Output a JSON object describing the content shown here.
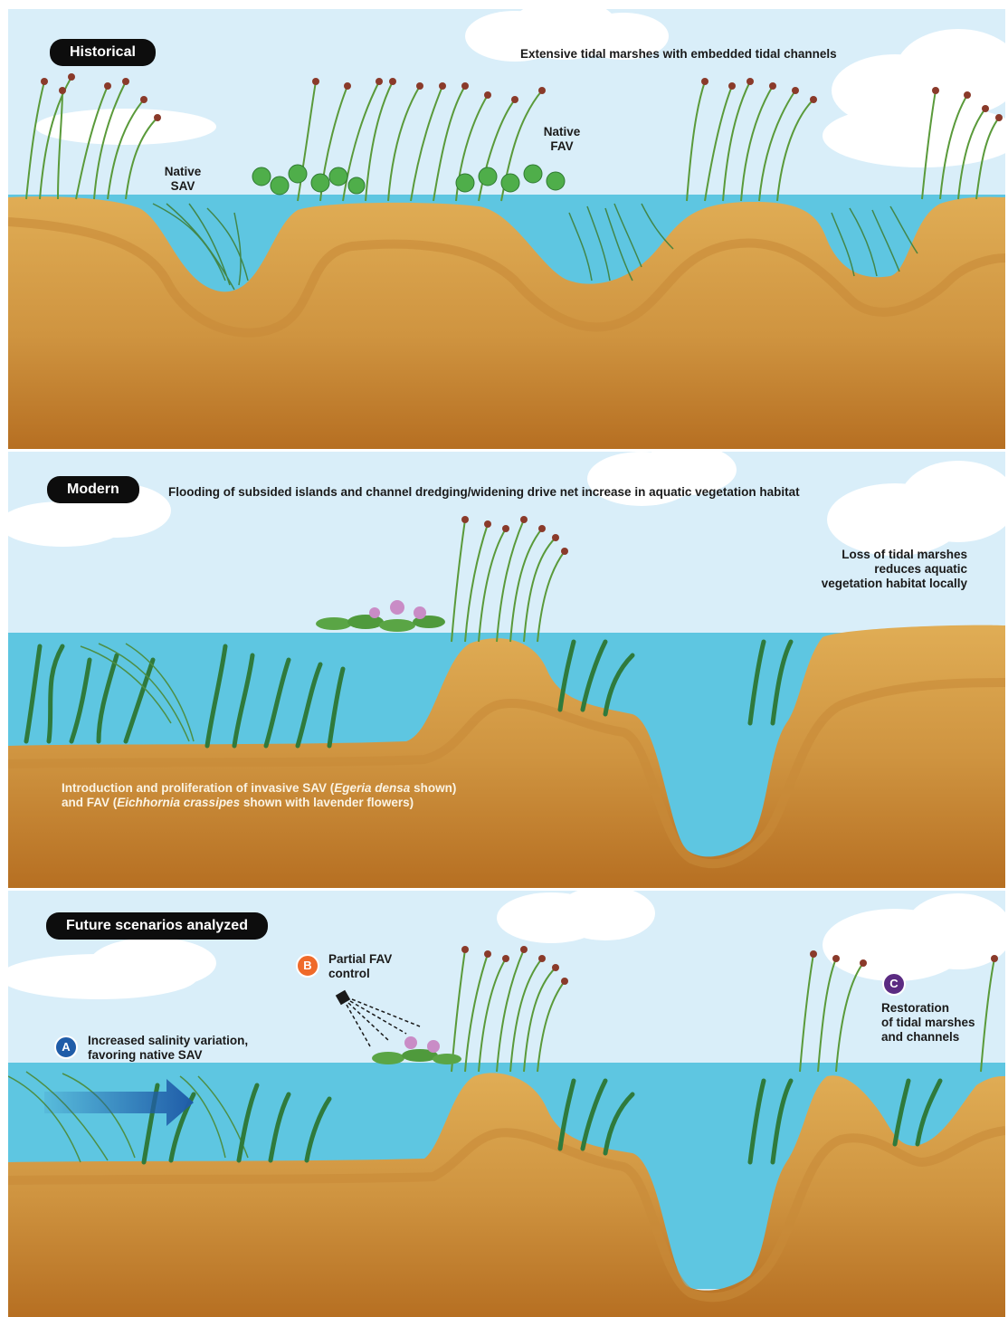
{
  "colors": {
    "sky": "#d9eef9",
    "water": "#5ec6e1",
    "soil": "#d9a24a",
    "soil_dark": "#b8772a",
    "marsh_green": "#5a9a3a",
    "invasive_sav": "#2f7a3c",
    "badge_a": "#1f5ca8",
    "badge_b": "#ef6a2a",
    "badge_c": "#5b2b82"
  },
  "panels": [
    {
      "title": "Historical",
      "captions": {
        "main": "Extensive tidal marshes with embedded tidal channels",
        "native_sav": [
          "Native",
          "SAV"
        ],
        "native_fav": [
          "Native",
          "FAV"
        ]
      }
    },
    {
      "title": "Modern",
      "captions": {
        "main": "Flooding of subsided islands and channel dredging/widening drive net increase in aquatic vegetation habitat",
        "loss": [
          "Loss of tidal marshes",
          "reduces aquatic",
          "vegetation habitat locally"
        ],
        "invasive": {
          "line1_a": "Introduction and proliferation of invasive SAV (",
          "line1_em": "Egeria densa",
          "line1_b": " shown)",
          "line2_a": "and FAV (",
          "line2_em": "Eichhornia crassipes",
          "line2_b": " shown with lavender flowers)"
        }
      }
    },
    {
      "title": "Future scenarios analyzed",
      "scenarios": [
        {
          "badge": "A",
          "lines": [
            "Increased salinity variation,",
            "favoring native SAV"
          ]
        },
        {
          "badge": "B",
          "lines": [
            "Partial FAV",
            "control"
          ]
        },
        {
          "badge": "C",
          "lines": [
            "Restoration",
            "of tidal marshes",
            "and channels"
          ]
        }
      ]
    }
  ]
}
